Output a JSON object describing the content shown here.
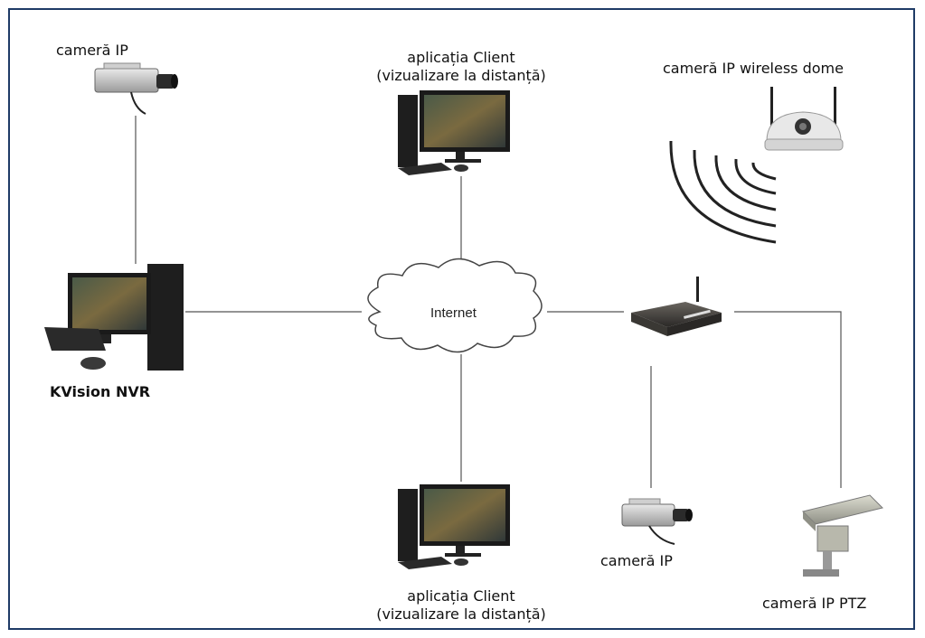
{
  "nodes": {
    "ip_camera_top": {
      "label": "cameră IP"
    },
    "client_top": {
      "label_line1": "aplicația Client",
      "label_line2": "(vizualizare la distanță)"
    },
    "wireless_dome": {
      "label": "cameră IP wireless dome"
    },
    "nvr": {
      "label": "KVision NVR"
    },
    "internet": {
      "label": "Internet"
    },
    "client_bottom": {
      "label_line1": "aplicația Client",
      "label_line2": "(vizualizare la distanță)"
    },
    "ip_camera_bottom": {
      "label": "cameră IP"
    },
    "ptz_camera": {
      "label": "cameră IP PTZ"
    }
  },
  "colors": {
    "frame": "#1f3b66",
    "line": "#555555",
    "cloud_fill": "#ffffff",
    "cloud_stroke": "#444444"
  },
  "icons": [
    "ip-camera-icon",
    "desktop-computer-icon",
    "wireless-dome-camera-icon",
    "nvr-workstation-icon",
    "internet-cloud-icon",
    "wireless-router-icon",
    "ptz-camera-icon",
    "wireless-signal-icon"
  ]
}
